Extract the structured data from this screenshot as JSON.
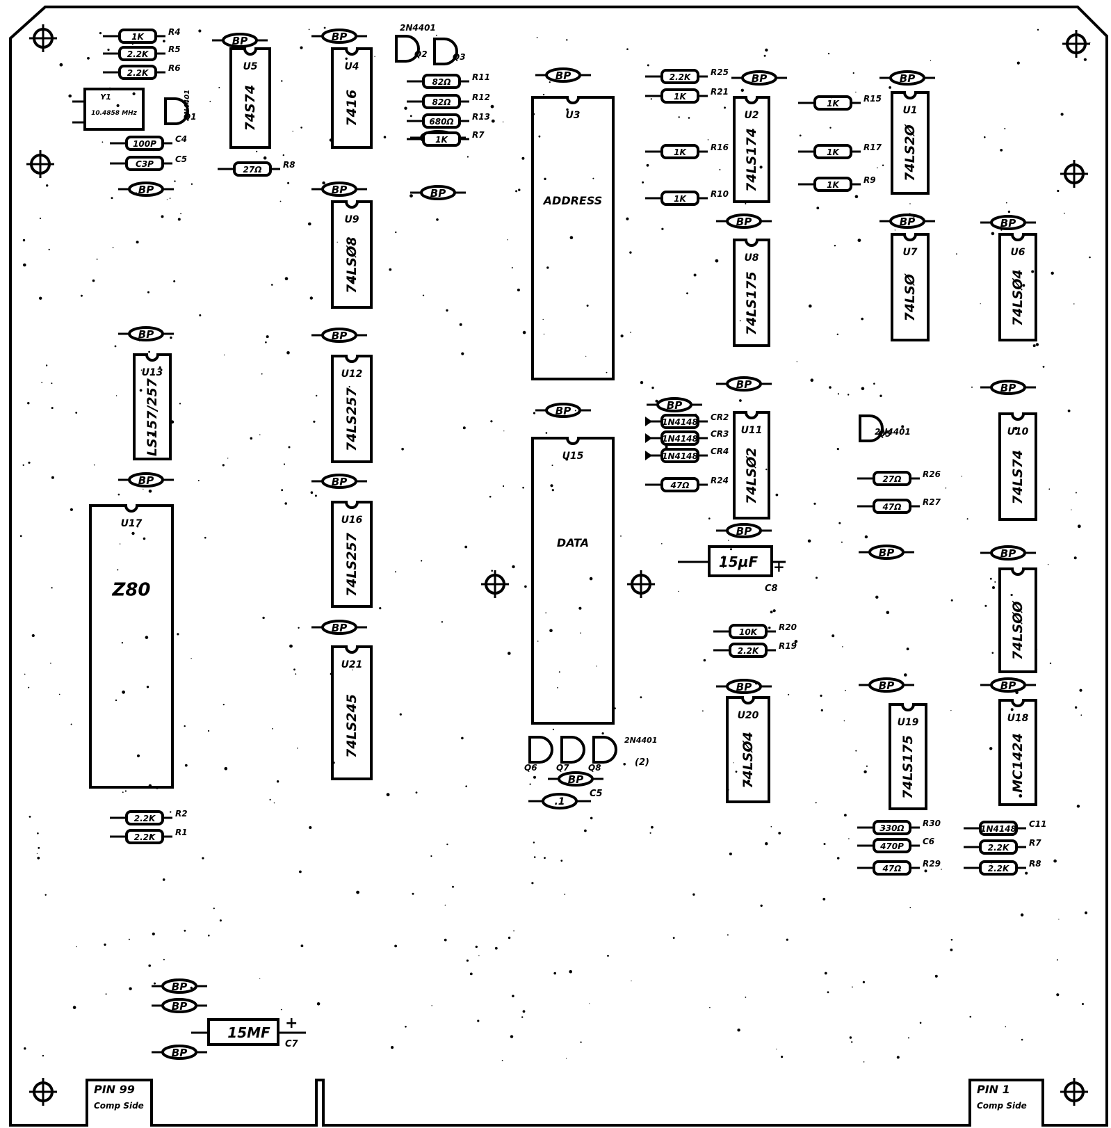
{
  "chips": [
    {
      "ref": "U5",
      "part": "74S74"
    },
    {
      "ref": "U4",
      "part": "7416"
    },
    {
      "ref": "U3",
      "part": "ADDRESS"
    },
    {
      "ref": "U2",
      "part": "74LS174"
    },
    {
      "ref": "U1",
      "part": "74LS2Ø"
    },
    {
      "ref": "U9",
      "part": "74LSØ8"
    },
    {
      "ref": "U8",
      "part": "74LS175"
    },
    {
      "ref": "U7",
      "part": "74LSØ"
    },
    {
      "ref": "U6",
      "part": "74LSØ4"
    },
    {
      "ref": "U13",
      "part": "LS157/257"
    },
    {
      "ref": "U12",
      "part": "74LS257"
    },
    {
      "ref": "U15",
      "part": "DATA"
    },
    {
      "ref": "U11",
      "part": "74LSØ2"
    },
    {
      "ref": "U10",
      "part": "74LS74"
    },
    {
      "ref": "U17",
      "part": "Z80"
    },
    {
      "ref": "U16",
      "part": "74LS257"
    },
    {
      "ref": "U21",
      "part": "74LS245"
    },
    {
      "ref": "U20",
      "part": "74LSØ4"
    },
    {
      "ref": "U19",
      "part": "74LS175"
    },
    {
      "ref": "U18",
      "part": "MC1424"
    },
    {
      "ref": "",
      "part": "74LSØØ"
    }
  ],
  "bypass_label": "BP",
  "resistors": [
    {
      "value": "1K",
      "ref": "R4"
    },
    {
      "value": "2.2K",
      "ref": "R5"
    },
    {
      "value": "2.2K",
      "ref": "R6"
    },
    {
      "value": "100P",
      "ref": "C4"
    },
    {
      "value": "C3P",
      "ref": "C5"
    },
    {
      "value": "27Ω",
      "ref": "R8"
    },
    {
      "value": "82Ω",
      "ref": "R11"
    },
    {
      "value": "82Ω",
      "ref": "R12"
    },
    {
      "value": "680Ω",
      "ref": "R13"
    },
    {
      "value": "1K",
      "ref": "R7"
    },
    {
      "value": "2.2K",
      "ref": "R25"
    },
    {
      "value": "1K",
      "ref": "R21"
    },
    {
      "value": "1K",
      "ref": "R16"
    },
    {
      "value": "1K",
      "ref": "R10"
    },
    {
      "value": "1K",
      "ref": "R15"
    },
    {
      "value": "1K",
      "ref": "R17"
    },
    {
      "value": "1K",
      "ref": "R9"
    },
    {
      "value": "1N4148",
      "ref": "CR2"
    },
    {
      "value": "1N4148",
      "ref": "CR3"
    },
    {
      "value": "1N4148",
      "ref": "CR4"
    },
    {
      "value": "47Ω",
      "ref": "R24"
    },
    {
      "value": "27Ω",
      "ref": "R26"
    },
    {
      "value": "47Ω",
      "ref": "R27"
    },
    {
      "value": "10K",
      "ref": "R20"
    },
    {
      "value": "2.2K",
      "ref": "R19"
    },
    {
      "value": "2.2K",
      "ref": "R2"
    },
    {
      "value": "2.2K",
      "ref": "R1"
    },
    {
      "value": "330Ω",
      "ref": "R30"
    },
    {
      "value": "470P",
      "ref": "C6"
    },
    {
      "value": "47Ω",
      "ref": "R29"
    },
    {
      "value": "1N4148",
      "ref": "C11"
    },
    {
      "value": "2.2K",
      "ref": "R7"
    },
    {
      "value": "2.2K",
      "ref": "R8"
    }
  ],
  "caps": [
    {
      "value": "15µF",
      "ref": "C8",
      "pol": "+"
    },
    {
      "value": "15MF",
      "ref": "C7",
      "pol": "+"
    },
    {
      "value": ".1",
      "ref": "C5"
    }
  ],
  "crystal": {
    "ref": "Y1",
    "value": "10.4858 MHz"
  },
  "transistors": [
    {
      "ref": "Q1",
      "part": "2N4401"
    },
    {
      "ref": "Q2",
      "part": "2N4401"
    },
    {
      "ref": "Q3",
      "part": ""
    },
    {
      "ref": "Q5",
      "part": "2N4401"
    },
    {
      "ref": "Q6"
    },
    {
      "ref": "Q7"
    },
    {
      "ref": "Q8"
    }
  ],
  "pins": [
    {
      "label": "PIN 99",
      "sub": "Comp Side"
    },
    {
      "label": "PIN 1",
      "sub": "Comp Side"
    }
  ],
  "misc_text": {
    "q_note": "(2)",
    "q23_type": "2N4401",
    "c7_pol": "+"
  }
}
